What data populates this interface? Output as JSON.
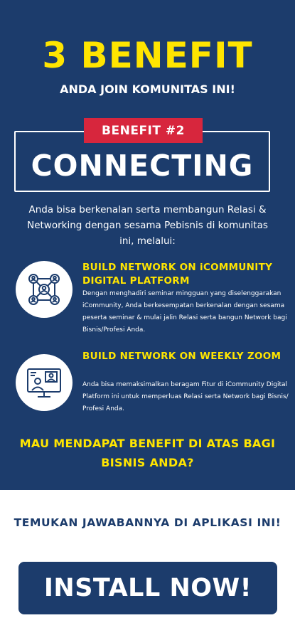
{
  "colors": {
    "navy": "#1c3c6c",
    "yellow": "#ffe500",
    "red": "#d7263d",
    "white": "#ffffff"
  },
  "header": {
    "headline": "3 BENEFIT",
    "subheadline": "ANDA JOIN KOMUNITAS INI!"
  },
  "benefit": {
    "badge": "BENEFIT #2",
    "title": "CONNECTING",
    "intro": "Anda bisa berkenalan serta membangun Relasi & Networking dengan sesama Pebisnis di komunitas ini, melalui:"
  },
  "features": [
    {
      "icon": "network-people-icon",
      "title": "BUILD NETWORK ON iCOMMUNITY DIGITAL PLATFORM",
      "description": "Dengan menghadiri seminar mingguan yang diselenggarakan iCommunity, Anda berkesempatan berkenalan dengan sesama peserta seminar & mulai jalin Relasi serta bangun Network bagi Bisnis/Profesi Anda."
    },
    {
      "icon": "video-call-icon",
      "title": "BUILD NETWORK ON WEEKLY ZOOM",
      "description": "Anda bisa memaksimalkan beragam Fitur di iCommunity Digital Platform ini untuk memperluas Relasi serta Network bagi Bisnis/ Profesi Anda."
    }
  ],
  "question": "MAU MENDAPAT BENEFIT DI ATAS BAGI BISNIS ANDA?",
  "answer": "TEMUKAN JAWABANNYA DI APLIKASI INI!",
  "cta": {
    "label": "INSTALL NOW!"
  }
}
